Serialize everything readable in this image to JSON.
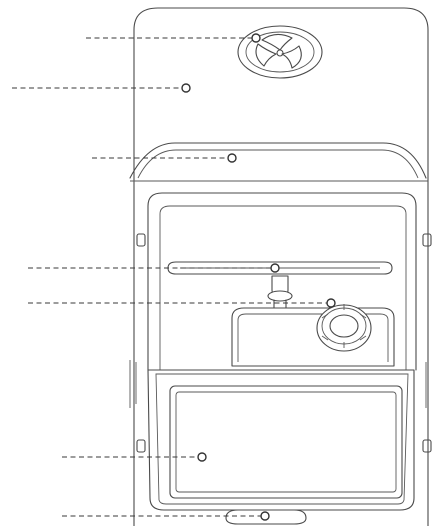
{
  "figure": {
    "subject": "dishwasher-interior-front-view",
    "line_color": "#4a4a4a",
    "background": "#ffffff",
    "callouts": [
      {
        "id": "top-spray-head"
      },
      {
        "id": "tub-upper-panel"
      },
      {
        "id": "upper-rack-rail"
      },
      {
        "id": "lower-spray-arm"
      },
      {
        "id": "rinse-aid-dispenser-cap"
      },
      {
        "id": "filter-panel"
      },
      {
        "id": "door-bottom-handle"
      }
    ]
  }
}
